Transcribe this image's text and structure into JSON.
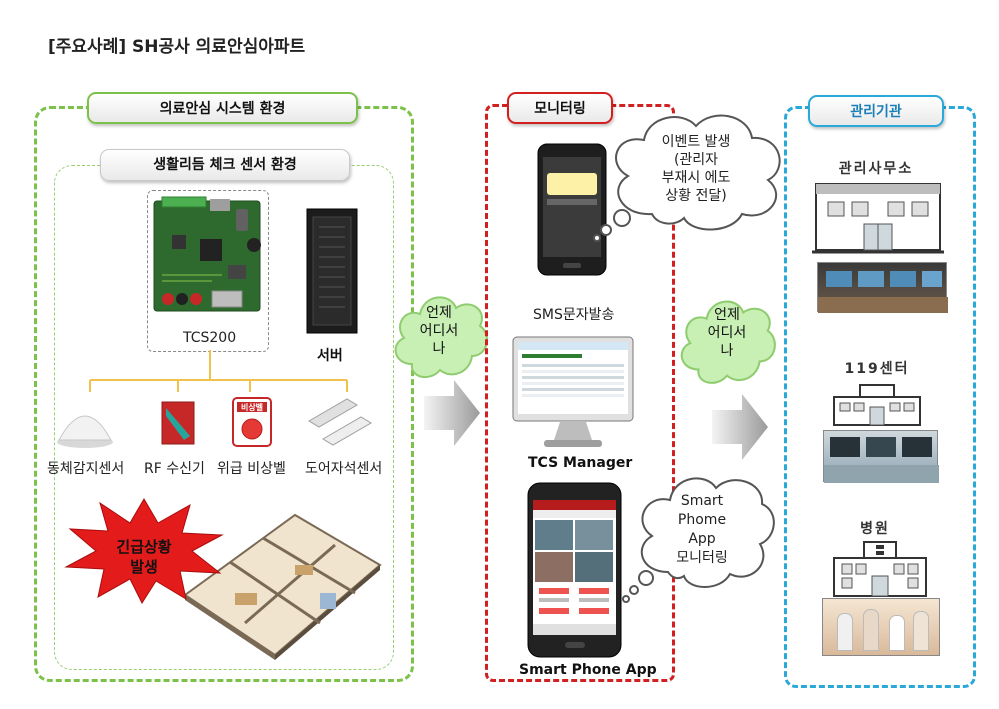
{
  "title": "[주요사례]  SH공사 의료안심아파트",
  "sections": {
    "environment": "의료안심 시스템 환경",
    "sensor_env": "생활리듬 체크 센서 환경",
    "monitoring": "모니터링",
    "agencies": "관리기관"
  },
  "devices": {
    "tcs200": "TCS200",
    "server": "서버"
  },
  "sensors": [
    {
      "label": "동체감지센서"
    },
    {
      "label": "RF 수신기"
    },
    {
      "label": "위급 비상벨"
    },
    {
      "label": "도어자석센서"
    }
  ],
  "emergency_button_text": "비상벨",
  "emergency": "긴급상황\n발생",
  "clouds": {
    "left": "언제\n어디서\n나",
    "right": "언제\n어디서\n나"
  },
  "monitoring": {
    "event_bubble": "이벤트 발생\n(관리자\n부재시 에도\n상황 전달)",
    "sms": "SMS문자발송",
    "tcs_manager": "TCS Manager",
    "app_bubble": "Smart\nPhome\nApp\n모니터링",
    "smartphone_app": "Smart Phone App"
  },
  "agencies": [
    {
      "name": "관리사무소"
    },
    {
      "name": "119센터"
    },
    {
      "name": "병원"
    }
  ],
  "colors": {
    "green": "#7cc24a",
    "red": "#d21f1f",
    "blue": "#2aa8d8"
  }
}
